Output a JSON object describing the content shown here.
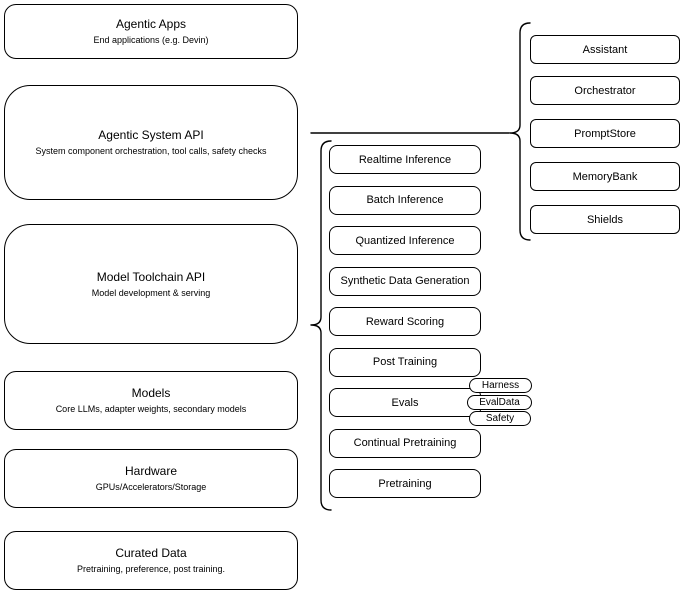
{
  "layers": [
    {
      "title": "Agentic Apps",
      "subtitle": "End applications (e.g. Devin)"
    },
    {
      "title": "Agentic System API",
      "subtitle": "System component orchestration, tool calls, safety checks"
    },
    {
      "title": "Model Toolchain API",
      "subtitle": "Model development & serving"
    },
    {
      "title": "Models",
      "subtitle": "Core LLMs, adapter weights, secondary models"
    },
    {
      "title": "Hardware",
      "subtitle": "GPUs/Accelerators/Storage"
    },
    {
      "title": "Curated Data",
      "subtitle": "Pretraining, preference, post training."
    }
  ],
  "toolchain": {
    "items": [
      "Realtime Inference",
      "Batch Inference",
      "Quantized Inference",
      "Synthetic Data Generation",
      "Reward Scoring",
      "Post Training",
      "Evals",
      "Continual Pretraining",
      "Pretraining"
    ]
  },
  "evals_tags": [
    "Harness",
    "EvalData",
    "Safety"
  ],
  "components": {
    "items": [
      "Assistant",
      "Orchestrator",
      "PromptStore",
      "MemoryBank",
      "Shields"
    ]
  },
  "colors": {
    "border": "#000000",
    "fill": "#ffffff",
    "text": "#000000",
    "background": "#ffffff"
  }
}
